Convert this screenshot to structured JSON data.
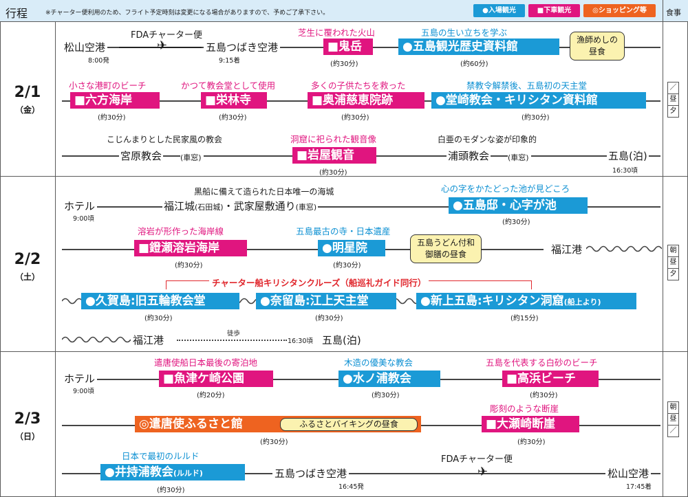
{
  "header": {
    "title": "行程",
    "note": "※チャーター便利用のため、フライト予定時刻は変更になる場合がありますので、予めご了承下さい。",
    "legend": [
      {
        "label": "●入場観光",
        "color": "#1b9ad6"
      },
      {
        "label": "■下車観光",
        "color": "#e0157f"
      },
      {
        "label": "◎ショッピング等",
        "color": "#ee6320"
      }
    ],
    "meal_col": "食事"
  },
  "days": [
    {
      "date": "2/1",
      "weekday": "（金）",
      "meals": [
        "／",
        "昼",
        "夕"
      ],
      "r1": {
        "from": "松山空港",
        "dep": "8:00発",
        "flight": "FDAチャーター便",
        "to": "五島つばき空港",
        "arr": "9:15着",
        "c1": "芝生に覆われた火山",
        "p1": "■鬼岳",
        "d1": "(約30分)",
        "c2": "五島の生い立ちを学ぶ",
        "p2": "●五島観光歴史資料館",
        "d2": "(約60分)",
        "meal": "漁師めしの昼食"
      },
      "r2": {
        "c1": "小さな港町のビーチ",
        "p1": "■六方海岸",
        "d1": "(約30分)",
        "c2": "かつて教会堂として使用",
        "p2": "■栄林寺",
        "d2": "(約30分)",
        "c3": "多くの子供たちを救った",
        "p3": "■奥浦慈恵院跡",
        "d3": "(約30分)",
        "c4": "禁教令解禁後、五島初の天主堂",
        "p4": "●堂崎教会・キリシタン資料館",
        "d4": "(約30分)"
      },
      "r3": {
        "c1": "こじんまりとした民家風の教会",
        "p1": "宮原教会",
        "s1": "(車窓)",
        "c2": "洞窟に祀られた観音像",
        "p2": "■岩屋観音",
        "d2": "(約30分)",
        "c3": "白亜のモダンな姿が印象的",
        "p3": "浦頭教会",
        "s3": "(車窓)",
        "end": "五島(泊)",
        "endt": "16:30頃"
      }
    },
    {
      "date": "2/2",
      "weekday": "（土）",
      "meals": [
        "朝",
        "昼",
        "夕"
      ],
      "r1": {
        "from": "ホテル",
        "dep": "9:00頃",
        "c1": "黒船に備えて造られた日本唯一の海城",
        "p1": "福江城",
        "p1s": "(石田城)",
        "p1b": "・武家屋敷通り",
        "p1c": "(車窓)",
        "c2": "心の字をかたどった池が見どころ",
        "p2": "●五島邸・心字が池",
        "d2": "(約30分)"
      },
      "r2": {
        "c1": "溶岩が形作った海岸線",
        "p1": "■鐙瀬溶岩海岸",
        "d1": "(約30分)",
        "c2": "五島最古の寺・日本遺産",
        "p2": "●明星院",
        "d2": "(約30分)",
        "meal": "五島うどん付和御膳の昼食",
        "port": "福江港"
      },
      "cruise": "チャーター船キリシタンクルーズ（船巡礼ガイド同行）",
      "r3": {
        "p1": "●久賀島:旧五輪教会堂",
        "d1": "(約30分)",
        "p2": "●奈留島:江上天主堂",
        "d2": "(約30分)",
        "p3": "●新上五島:キリシタン洞窟",
        "p3s": "(船上より)",
        "d3": "(約15分)"
      },
      "r4": {
        "from": "福江港",
        "walk": "徒歩",
        "t": "16:30頃",
        "to": "五島(泊)"
      }
    },
    {
      "date": "2/3",
      "weekday": "（日）",
      "meals": [
        "朝",
        "昼",
        "／"
      ],
      "r1": {
        "from": "ホテル",
        "dep": "9:00頃",
        "c1": "遣唐使船日本最後の寄泊地",
        "p1": "■魚津ケ崎公園",
        "d1": "(約20分)",
        "c2": "木造の優美な教会",
        "p2": "●水ノ浦教会",
        "d2": "(約30分)",
        "c3": "五島を代表する白砂のビーチ",
        "p3": "■高浜ビーチ",
        "d3": "(約30分)"
      },
      "r2": {
        "p1": "◎遣唐使ふるさと館",
        "meal": "ふるさとバイキングの昼食",
        "d1": "(約30分)",
        "c2": "彫刻のような断崖",
        "p2": "■大瀬崎断崖",
        "d2": "(約30分)"
      },
      "r3": {
        "c1": "日本で最初のルルド",
        "p1": "●井持浦教会",
        "p1s": "(ルルド)",
        "d1": "(約30分)",
        "from": "五島つばき空港",
        "dep": "16:45発",
        "flight": "FDAチャーター便",
        "to": "松山空港",
        "arr": "17:45着"
      }
    }
  ]
}
